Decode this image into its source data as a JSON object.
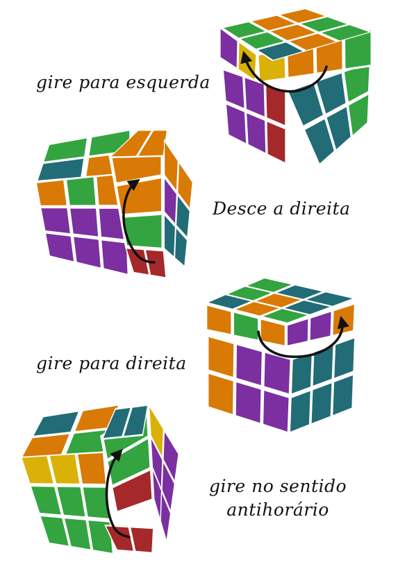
{
  "steps": [
    {
      "label": "gire para esquerda"
    },
    {
      "label": "Desce a direita"
    },
    {
      "label": "gire para direita"
    },
    {
      "label_line1": "gire no sentido",
      "label_line2": "antihorário"
    }
  ],
  "colors": {
    "purple": "#7b2fa0",
    "orange": "#d97a06",
    "green": "#33a440",
    "teal": "#226c77",
    "red": "#a5282b",
    "yellow": "#d9b107",
    "arrow": "#111111"
  }
}
